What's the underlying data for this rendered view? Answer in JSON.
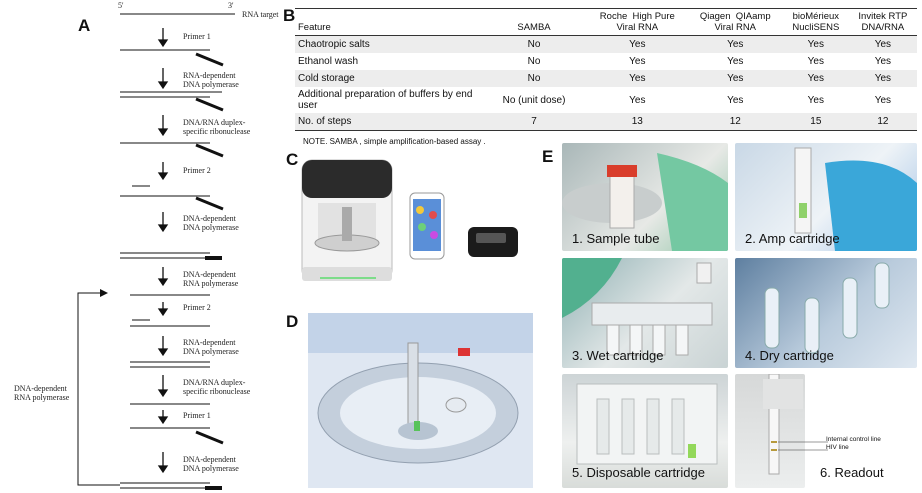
{
  "panels": {
    "A": "A",
    "B": "B",
    "C": "C",
    "D": "D",
    "E": "E"
  },
  "panelA": {
    "rna_target": "RNA target",
    "five_prime": "5'",
    "three_prime": "3'",
    "steps": [
      "Primer 1",
      "RNA-dependent\nDNA polymerase",
      "DNA/RNA duplex-\nspecific ribonuclease",
      "Primer 2",
      "DNA-dependent\nDNA polymerase",
      "DNA-dependent\nRNA polymerase",
      "Primer 2",
      "RNA-dependent\nDNA polymerase",
      "DNA/RNA duplex-\nspecific ribonuclease",
      "Primer 1",
      "DNA-dependent\nDNA polymerase"
    ],
    "loop_label": "DNA-dependent\nRNA polymerase"
  },
  "tableB": {
    "columns": [
      "Feature",
      "SAMBA",
      "Roche  High Pure\nViral RNA",
      "Qiagen  QIAamp\nViral RNA",
      "bioMérieux\nNucliSENS",
      "Invitek RTP\nDNA/RNA"
    ],
    "rows": [
      [
        "Chaotropic salts",
        "No",
        "Yes",
        "Yes",
        "Yes",
        "Yes"
      ],
      [
        "Ethanol  wash",
        "No",
        "Yes",
        "Yes",
        "Yes",
        "Yes"
      ],
      [
        "Cold storage",
        "No",
        "Yes",
        "Yes",
        "Yes",
        "Yes"
      ],
      [
        "Additional preparation of buffers by end user",
        "No (unit dose)",
        "Yes",
        "Yes",
        "Yes",
        "Yes"
      ],
      [
        "No.  of steps",
        "7",
        "13",
        "12",
        "15",
        "12"
      ]
    ],
    "note": "NOTE.     SAMBA , simple amplification-based  assay ."
  },
  "panelE": {
    "captions": [
      "1. Sample tube",
      "2. Amp cartridge",
      "3. Wet cartridge",
      "4. Dry cartridge",
      "5. Disposable cartridge",
      "6. Readout"
    ],
    "readout_lines": [
      "Internal control line",
      "HIV line"
    ]
  }
}
